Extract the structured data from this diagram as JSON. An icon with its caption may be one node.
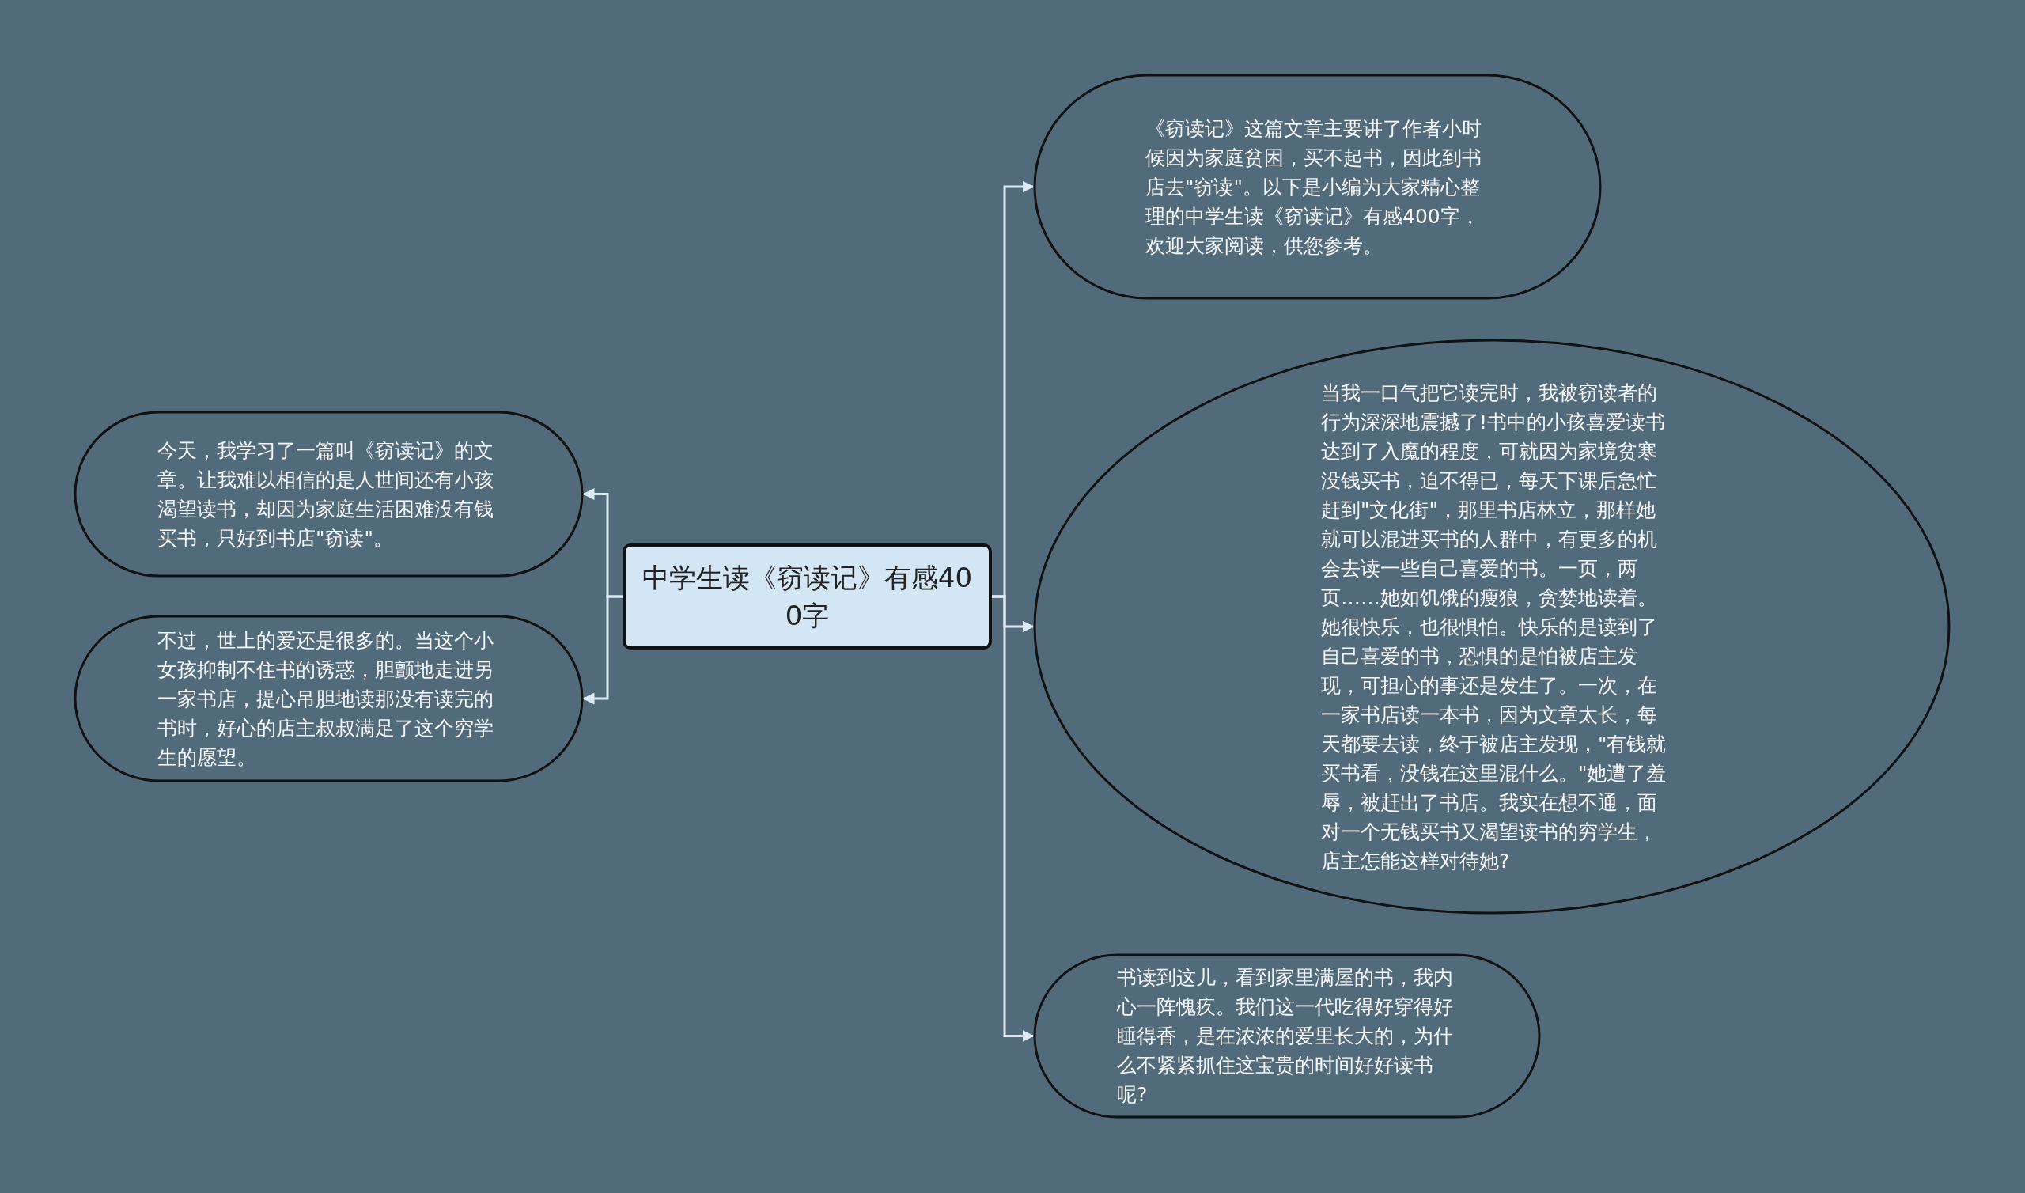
{
  "diagram": {
    "nodes": [
      {
        "text": [
          "中学生读《窃读记》有感400字"
        ]
      },
      {
        "text": [
          "今天，我学习了一篇叫《窃读记》的文章。让我难以相信的是人世间还有小孩渴望读书，却因为家庭生活困难没有钱买书，只好到书店\"窃读\"。"
        ]
      },
      {
        "text": [
          "不过，世上的爱还是很多的。当这个小女孩抑制不住书的诱惑，胆颤地走进另一家书店，提心吊胆地读那没有读完的书时，好心的店主叔叔满足了这个穷学生的愿望。"
        ]
      },
      {
        "text": [
          "《窃读记》这篇文章主要讲了作者小时候因为家庭贫困，买不起书，因此到书店去\"窃读\"。以下是小编为大家精心整理的中学生读《窃读记》有感400字，欢迎大家阅读，供您参考。"
        ]
      },
      {
        "text": [
          "当我一口气把它读完时，我被窃读者的行为深深地震撼了!书中的小孩喜爱读书达到了入魔的程度，可就因为家境贫寒没钱买书，迫不得已，每天下课后急忙赶到\"文化街\"，那里书店林立，那样她就可以混进买书的人群中，有更多的机会去读一些自己喜爱的书。一页，两页……她如饥饿的瘦狼，贪婪地读着。她很快乐，也很惧怕。快乐的是读到了自己喜爱的书，恐惧的是怕被店主发现，可担心的事还是发生了。一次，在一家书店读一本书，因为文章太长，每天都要去读，终于被店主发现，\"有钱就买书看，没钱在这里混什么。\"她遭了羞辱，被赶出了书店。我实在想不通，面对一个无钱买书又渴望读书的穷学生，店主怎能这样对待她?"
        ]
      },
      {
        "text": [
          "书读到这儿，看到家里满屋的书，我内心一阵愧疚。我们这一代吃得好穿得好睡得香，是在浓浓的爱里长大的，为什么不紧紧抓住这宝贵的时间好好读书呢?"
        ]
      }
    ],
    "edges": [
      {
        "from": 0,
        "to": 1,
        "arrow": "to"
      },
      {
        "from": 0,
        "to": 2,
        "arrow": "to"
      },
      {
        "from": 0,
        "to": 3,
        "arrow": "to"
      },
      {
        "from": 0,
        "to": 4,
        "arrow": "to"
      },
      {
        "from": 0,
        "to": 5,
        "arrow": "to"
      }
    ]
  }
}
